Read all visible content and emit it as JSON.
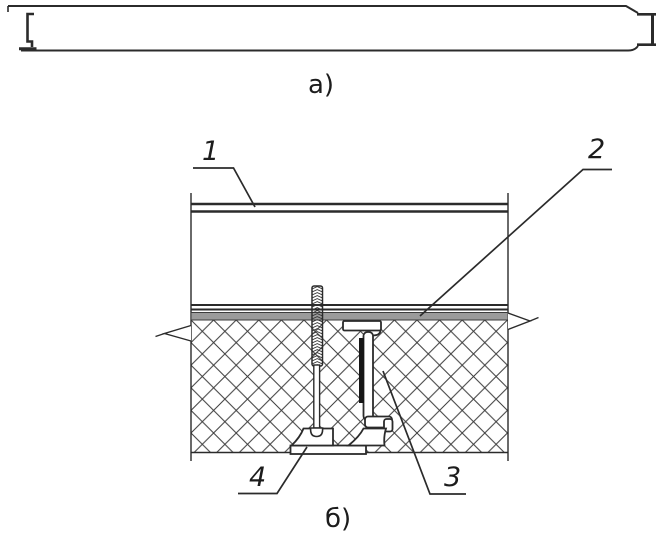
{
  "figure": {
    "part_a_label": "а)",
    "part_b_label": "б)",
    "callouts": {
      "c1": "1",
      "c2": "2",
      "c3": "3",
      "c4": "4"
    }
  },
  "colors": {
    "line": "#2b2b2b",
    "gasket_strip": "#9b9b9b",
    "background": "#ffffff"
  }
}
